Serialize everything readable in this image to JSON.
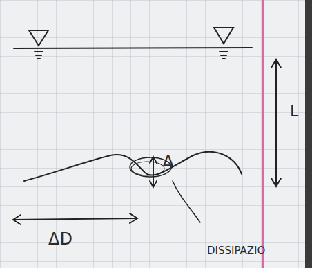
{
  "diagram": {
    "labels": [
      "L",
      "Δ",
      "ΔD",
      "DISSIPAZIO"
    ]
  }
}
